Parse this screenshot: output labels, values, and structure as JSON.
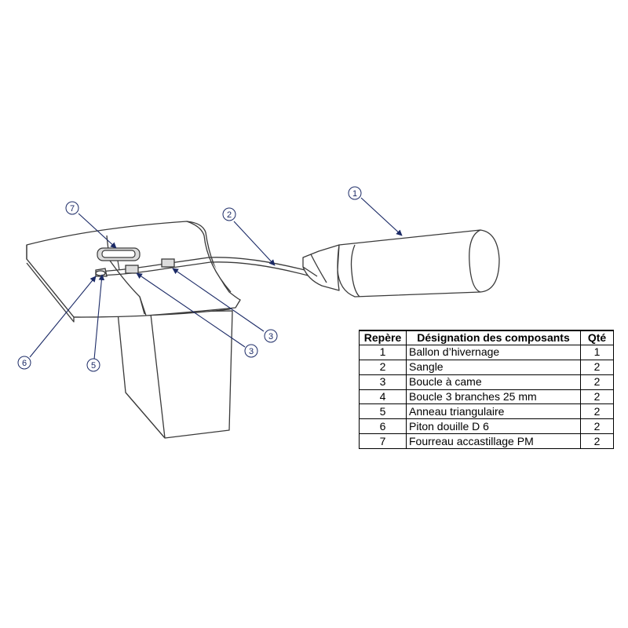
{
  "callouts": [
    {
      "number": "1"
    },
    {
      "number": "2"
    },
    {
      "number": "3"
    },
    {
      "number": "3"
    },
    {
      "number": "5"
    },
    {
      "number": "6"
    },
    {
      "number": "7"
    }
  ],
  "table": {
    "headers": [
      "Repère",
      "Désignation des composants",
      "Qté"
    ],
    "rows": [
      {
        "ref": "1",
        "name": "Ballon d’hivernage",
        "qty": "1"
      },
      {
        "ref": "2",
        "name": "Sangle",
        "qty": "2"
      },
      {
        "ref": "3",
        "name": "Boucle à came",
        "qty": "2"
      },
      {
        "ref": "4",
        "name": "Boucle 3 branches 25 mm",
        "qty": "2"
      },
      {
        "ref": "5",
        "name": "Anneau triangulaire",
        "qty": "2"
      },
      {
        "ref": "6",
        "name": "Piton douille D 6",
        "qty": "2"
      },
      {
        "ref": "7",
        "name": "Fourreau accastillage PM",
        "qty": "2"
      }
    ]
  },
  "colors": {
    "line": "#3a3a3a",
    "callout": "#1b2a66",
    "fill": "#ffffff"
  }
}
